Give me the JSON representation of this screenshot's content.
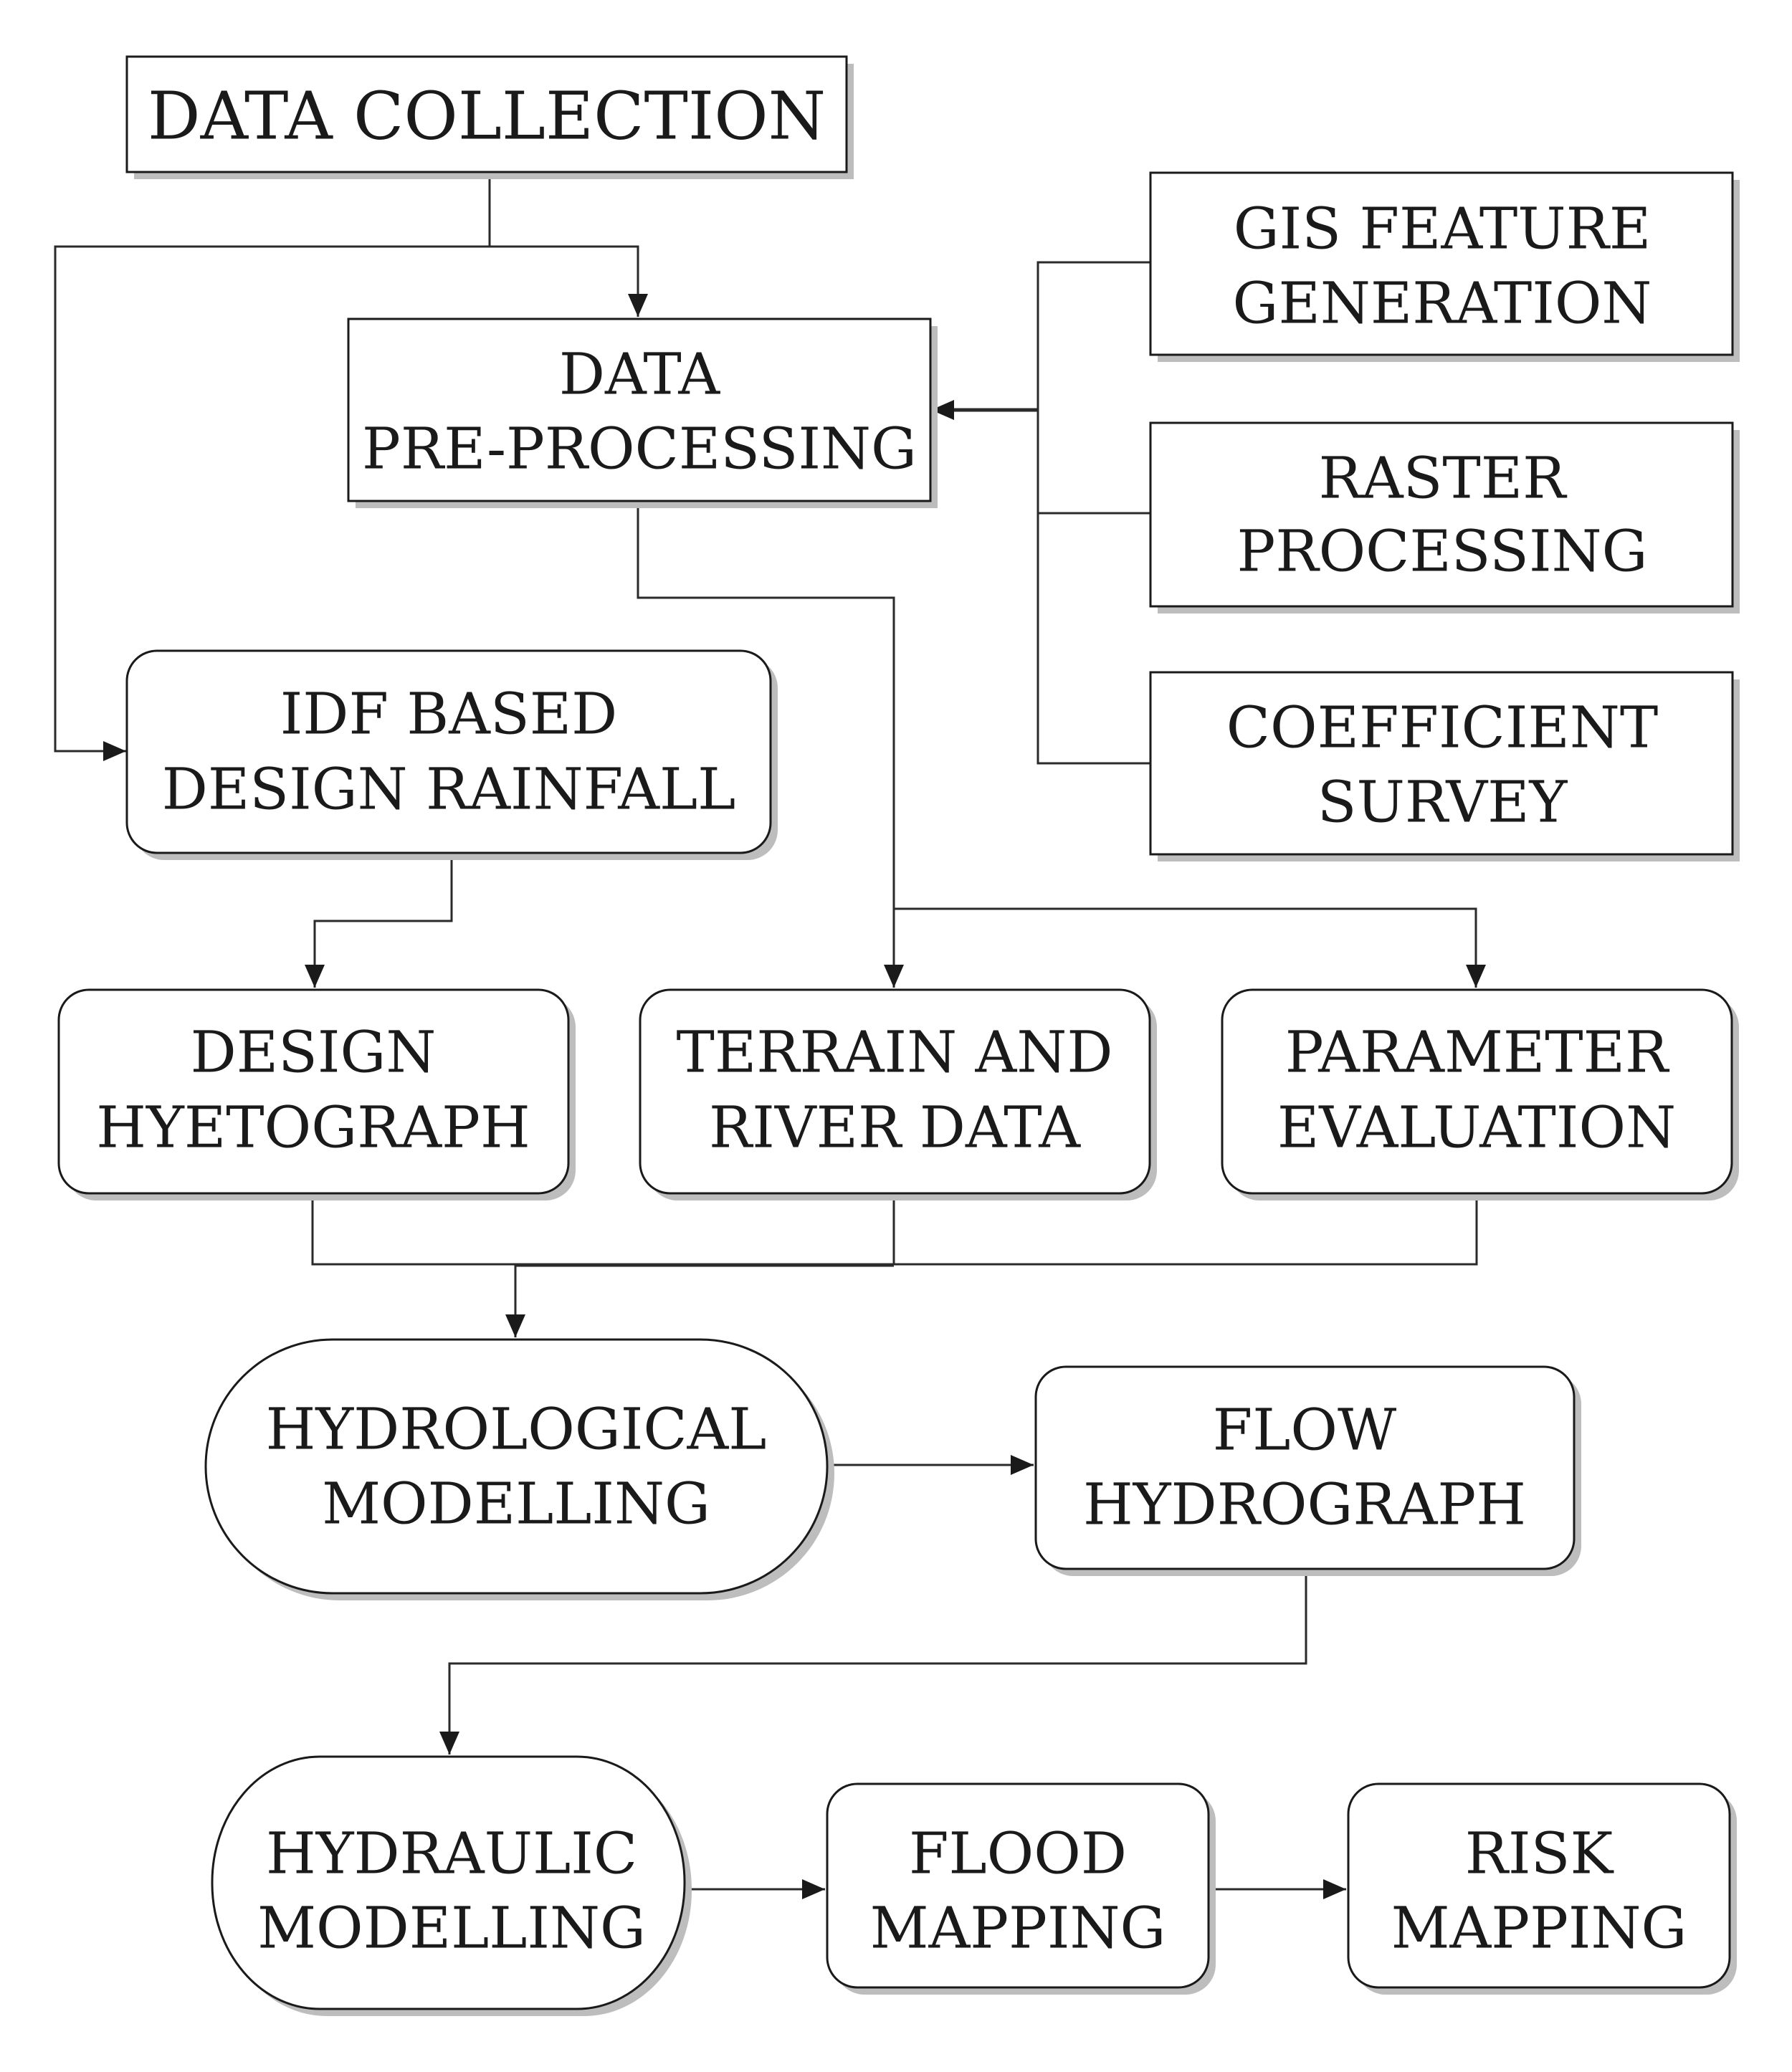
{
  "nodes": {
    "data_collection": [
      "DATA COLLECTION"
    ],
    "data_preprocessing": [
      "DATA",
      "PRE-PROCESSING"
    ],
    "gis_feature_generation": [
      "GIS FEATURE",
      "GENERATION"
    ],
    "raster_processing": [
      "RASTER",
      "PROCESSING"
    ],
    "coefficient_survey": [
      "COEFFICIENT",
      "SURVEY"
    ],
    "idf_design_rainfall": [
      "IDF BASED",
      "DESIGN RAINFALL"
    ],
    "design_hyetograph": [
      "DESIGN",
      "HYETOGRAPH"
    ],
    "terrain_river_data": [
      "TERRAIN AND",
      "RIVER DATA"
    ],
    "parameter_evaluation": [
      "PARAMETER",
      "EVALUATION"
    ],
    "hydrological_modelling": [
      "HYDROLOGICAL",
      "MODELLING"
    ],
    "flow_hydrograph": [
      "FLOW",
      "HYDROGRAPH"
    ],
    "hydraulic_modelling": [
      "HYDRAULIC",
      "MODELLING"
    ],
    "flood_mapping": [
      "FLOOD",
      "MAPPING"
    ],
    "risk_mapping": [
      "RISK",
      "MAPPING"
    ]
  },
  "colors": {
    "stroke": "#1a1a1a",
    "fill": "#ffffff",
    "shadow": "#bdbdbd"
  }
}
